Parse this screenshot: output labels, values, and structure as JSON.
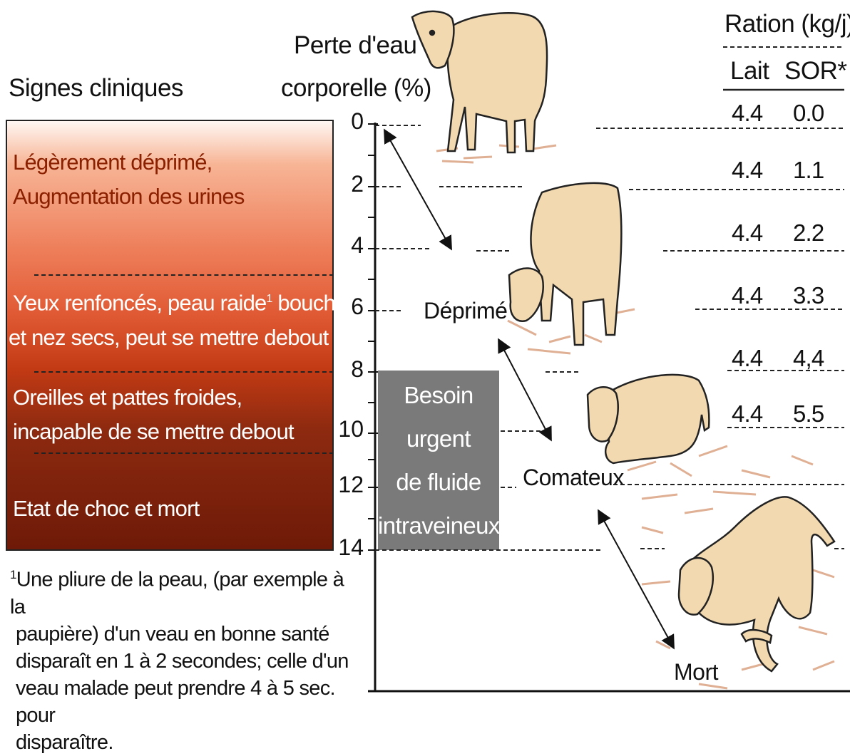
{
  "left_title": "Signes cliniques",
  "axis_title_line1": "Perte d'eau",
  "axis_title_line2": "corporelle (%)",
  "ration_header": "Ration (kg/j)",
  "ration_col1": "Lait",
  "ration_col2": "SOR*",
  "signs": [
    {
      "line1": "Légèrement déprimé,",
      "line2": "Augmentation des urines"
    },
    {
      "line1": "Yeux renfoncés, peau raide",
      "sup": "1",
      "line1b": " bouche",
      "line2": "et nez secs, peut se mettre debout"
    },
    {
      "line1": "Oreilles et pattes froides,",
      "line2": "incapable de se mettre debout"
    },
    {
      "line1": "Etat de choc et mort"
    }
  ],
  "ticks": [
    "0",
    "2",
    "4",
    "6",
    "8",
    "10",
    "12",
    "14"
  ],
  "states": {
    "deprime": "Déprimé",
    "comateux": "Comateux",
    "mort": "Mort"
  },
  "urgent_box": [
    "Besoin",
    "urgent",
    "de fluide",
    "intraveineux"
  ],
  "ration_rows": [
    {
      "lait": "4.4",
      "sor": "0.0"
    },
    {
      "lait": "4.4",
      "sor": "1.1"
    },
    {
      "lait": "4.4",
      "sor": "2.2"
    },
    {
      "lait": "4.4",
      "sor": "3.3"
    },
    {
      "lait": "4.4",
      "sor": "4,4"
    },
    {
      "lait": "4.4",
      "sor": "5.5"
    }
  ],
  "footnote": {
    "sup": "1",
    "lines": [
      "Une pliure de la peau, (par exemple à la",
      "paupière) d'un veau en bonne santé",
      "disparaît en 1 à 2 secondes; celle d'un",
      "veau malade peut prendre 4 à 5 sec. pour",
      "disparaître."
    ]
  },
  "colors": {
    "calf_fill": "#f3d9b0",
    "urgent_box": "#7a7a7a",
    "gradient_top": "#f7b596",
    "gradient_bottom": "#6e1a08"
  }
}
